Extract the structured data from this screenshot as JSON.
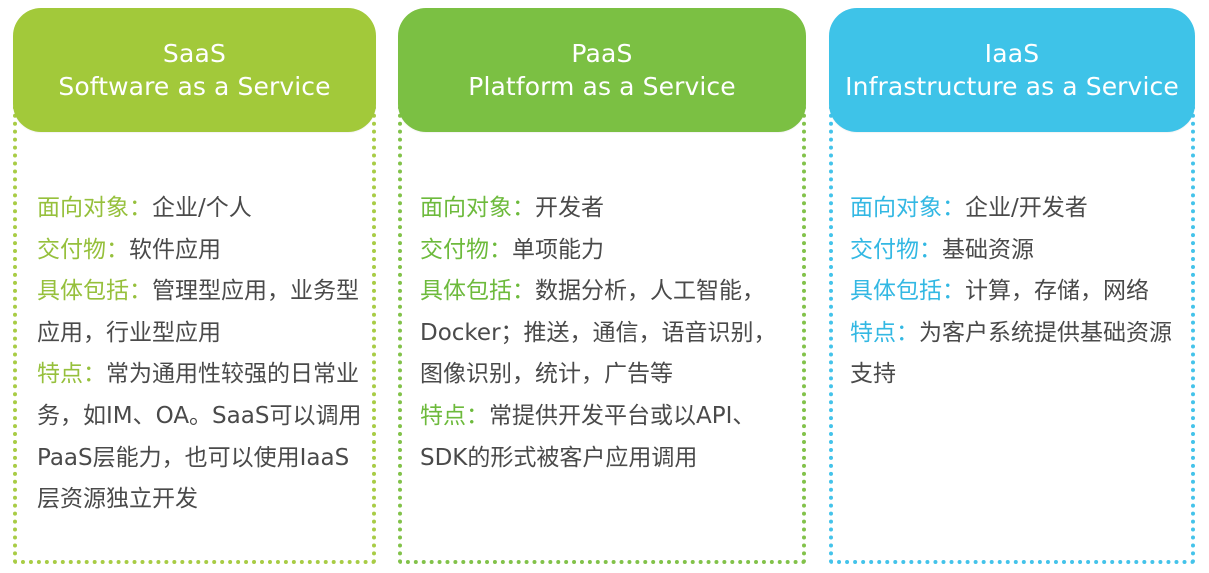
{
  "columns": [
    {
      "title": "SaaS",
      "subtitle": "Software as a Service",
      "header_color": "#a2c93a",
      "border_color": "#a8cc45",
      "label_color": "#96c03c",
      "rows": [
        {
          "label": "面向对象：",
          "value": "企业/个人"
        },
        {
          "label": "交付物：",
          "value": "软件应用"
        },
        {
          "label": "具体包括：",
          "value": "管理型应用，业务型应用，行业型应用"
        },
        {
          "label": "特点：",
          "value": "常为通用性较强的日常业务，如IM、OA。SaaS可以调用PaaS层能力，也可以使用IaaS层资源独立开发"
        }
      ]
    },
    {
      "title": "PaaS",
      "subtitle": "Platform as a Service",
      "header_color": "#7bc043",
      "border_color": "#82c24a",
      "label_color": "#6dba3c",
      "rows": [
        {
          "label": "面向对象：",
          "value": "开发者"
        },
        {
          "label": "交付物：",
          "value": "单项能力"
        },
        {
          "label": "具体包括：",
          "value": "数据分析，人工智能，Docker；推送，通信，语音识别，图像识别，统计，广告等"
        },
        {
          "label": "特点：",
          "value": "常提供开发平台或以API、SDK的形式被客户应用调用"
        }
      ]
    },
    {
      "title": "IaaS",
      "subtitle": "Infrastructure as a Service",
      "header_color": "#3ec3e8",
      "border_color": "#44c3ea",
      "label_color": "#33b8e3",
      "rows": [
        {
          "label": "面向对象：",
          "value": "企业/开发者"
        },
        {
          "label": "交付物：",
          "value": "基础资源"
        },
        {
          "label": "具体包括：",
          "value": "计算，存储，网络"
        },
        {
          "label": "特点：",
          "value": "为客户系统提供基础资源支持"
        }
      ]
    }
  ]
}
